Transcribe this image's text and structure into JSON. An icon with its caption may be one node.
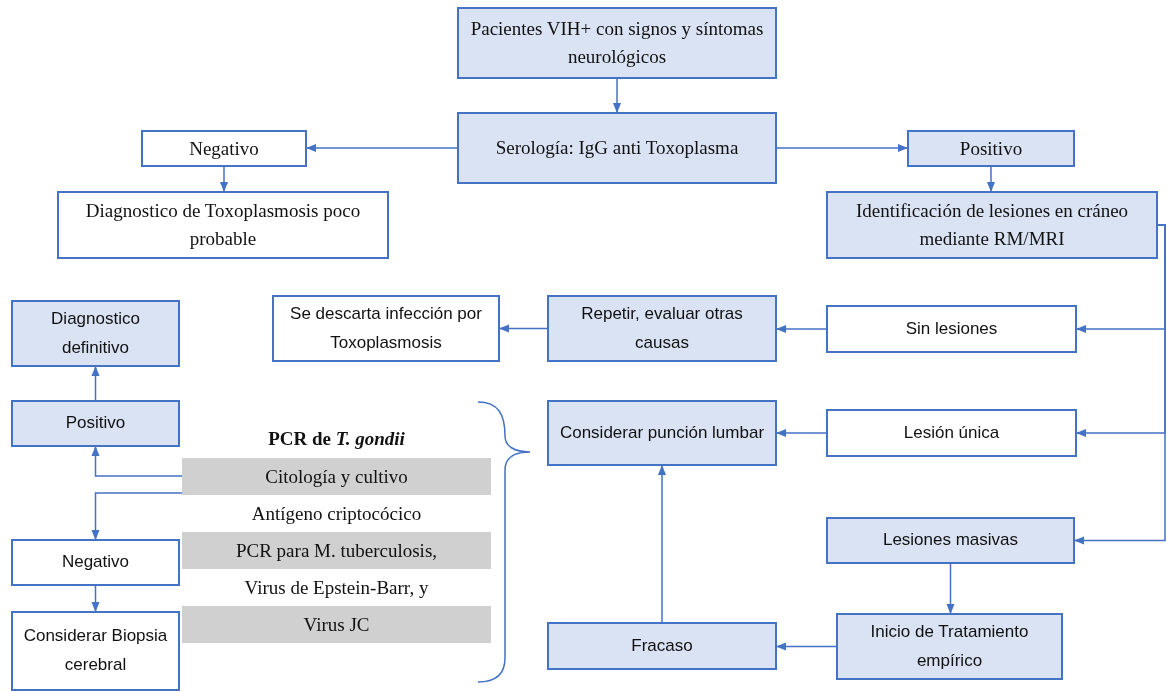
{
  "diagram": {
    "nodes": [
      {
        "text": [
          "Pacientes VIH+ con signos y síntomas neurológicos"
        ]
      },
      {
        "text": [
          "Serología: IgG anti Toxoplasma"
        ]
      },
      {
        "text": [
          "Negativo"
        ]
      },
      {
        "text": [
          "Diagnostico de Toxoplasmosis poco probable"
        ]
      },
      {
        "text": [
          "Positivo"
        ]
      },
      {
        "text": [
          "Identificación de lesiones en cráneo mediante RM/MRI"
        ]
      },
      {
        "text": [
          "Diagnostico definitivo"
        ]
      },
      {
        "text": [
          "Se descarta infección por Toxoplasmosis"
        ]
      },
      {
        "text": [
          "Repetir, evaluar otras causas"
        ]
      },
      {
        "text": [
          "Sin lesiones"
        ]
      },
      {
        "text": [
          "Positivo"
        ]
      },
      {
        "text": [
          "PCR de *T. gondii*",
          "Citología y cultivo",
          "Antígeno criptocócico",
          "PCR para M. tuberculosis,",
          "Virus de Epstein-Barr, y",
          "Virus JC"
        ]
      },
      {
        "text": [
          "Considerar punción lumbar"
        ]
      },
      {
        "text": [
          "Lesión única"
        ]
      },
      {
        "text": [
          "Negativo"
        ]
      },
      {
        "text": [
          "Lesiones masivas"
        ]
      },
      {
        "text": [
          "Considerar Biopsia cerebral"
        ]
      },
      {
        "text": [
          "Fracaso"
        ]
      },
      {
        "text": [
          "Inicio de Tratamiento empírico"
        ]
      }
    ],
    "edges": [
      {
        "from": 0,
        "to": 1,
        "arrow": "to"
      },
      {
        "from": 1,
        "to": 2,
        "arrow": "to"
      },
      {
        "from": 1,
        "to": 4,
        "arrow": "to"
      },
      {
        "from": 2,
        "to": 3,
        "arrow": "to"
      },
      {
        "from": 4,
        "to": 5,
        "arrow": "to"
      },
      {
        "from": 5,
        "to": 9,
        "arrow": "to"
      },
      {
        "from": 5,
        "to": 13,
        "arrow": "to"
      },
      {
        "from": 5,
        "to": 15,
        "arrow": "to"
      },
      {
        "from": 9,
        "to": 8,
        "arrow": "to"
      },
      {
        "from": 8,
        "to": 7,
        "arrow": "to"
      },
      {
        "from": 13,
        "to": 12,
        "arrow": "to"
      },
      {
        "from": 15,
        "to": 18,
        "arrow": "to"
      },
      {
        "from": 18,
        "to": 17,
        "arrow": "to"
      },
      {
        "from": 17,
        "to": 12,
        "arrow": "to"
      },
      {
        "from": 11,
        "to": 10,
        "arrow": "to"
      },
      {
        "from": 11,
        "to": 14,
        "arrow": "to"
      },
      {
        "from": 10,
        "to": 6,
        "arrow": "to"
      },
      {
        "from": 14,
        "to": 16,
        "arrow": "to"
      }
    ]
  }
}
